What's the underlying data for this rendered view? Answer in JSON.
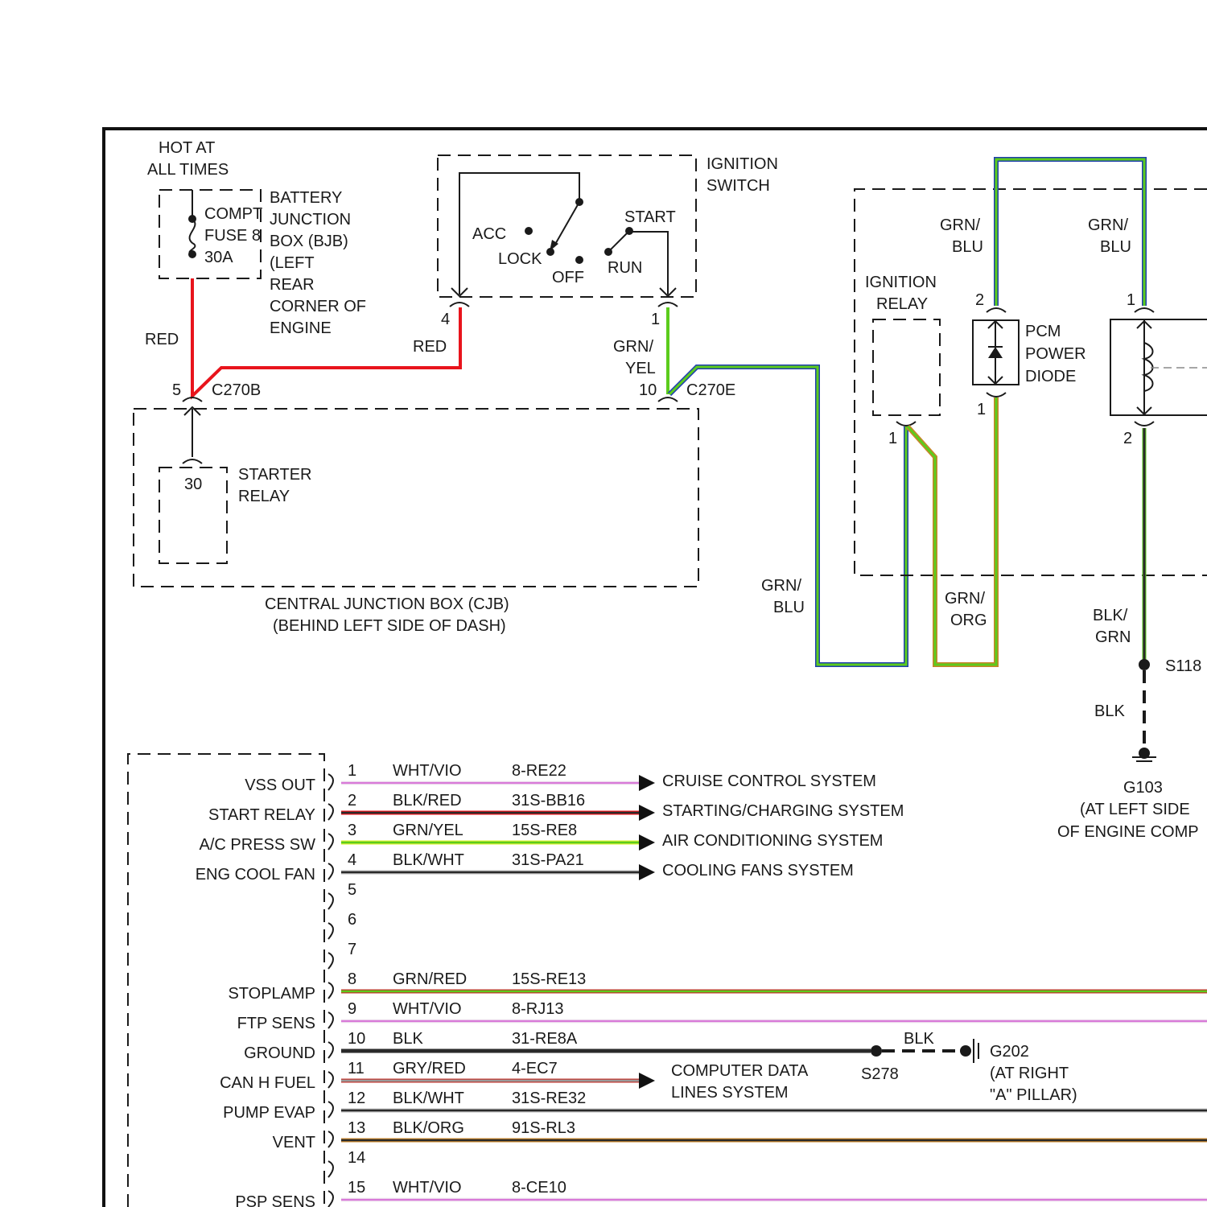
{
  "colors": {
    "red": "#e8141c",
    "green": "#5ccc1c",
    "blue": "#1f3fae",
    "black": "#2a2a2a",
    "violet": "#d87ad8",
    "orange": "#c8842a",
    "gray": "#9a9a9a",
    "dark_red": "#c0342c"
  },
  "power": {
    "hot_line1": "HOT AT",
    "hot_line2": "ALL TIMES",
    "fuse_line1": "COMPT",
    "fuse_line2": "FUSE 8",
    "fuse_line3": "30A",
    "bjb_lines": [
      "BATTERY",
      "JUNCTION",
      "BOX (BJB)",
      "(LEFT",
      "REAR",
      "CORNER OF",
      "ENGINE"
    ],
    "wire_red_1": "RED",
    "wire_red_2": "RED"
  },
  "ignition_switch": {
    "title_line1": "IGNITION",
    "title_line2": "SWITCH",
    "acc": "ACC",
    "lock": "LOCK",
    "off": "OFF",
    "start": "START",
    "run": "RUN",
    "pin_4": "4",
    "pin_1": "1",
    "wire_grn_yel_1": "GRN/",
    "wire_grn_yel_2": "YEL"
  },
  "cjb": {
    "pin_5": "5",
    "connector_b": "C270B",
    "pin_10": "10",
    "connector_e": "C270E",
    "pin_30": "30",
    "starter_relay_1": "STARTER",
    "starter_relay_2": "RELAY",
    "caption_1": "CENTRAL JUNCTION BOX (CJB)",
    "caption_2": "(BEHIND LEFT SIDE OF DASH)"
  },
  "relay_box": {
    "wire_grn_blu_left_1": "GRN/",
    "wire_grn_blu_left_2": "BLU",
    "wire_grn_blu_right_1": "GRN/",
    "wire_grn_blu_right_2": "BLU",
    "ignition_relay_1": "IGNITION",
    "ignition_relay_2": "RELAY",
    "pcm_diode_1": "PCM",
    "pcm_diode_2": "POWER",
    "pcm_diode_3": "DIODE",
    "pin_diode_top": "2",
    "pin_diode_bot": "1",
    "pin_relay": "1",
    "pin_coil_top": "1",
    "pin_coil_bot": "2",
    "wire_grn_blu_low_1": "GRN/",
    "wire_grn_blu_low_2": "BLU",
    "wire_grn_org_1": "GRN/",
    "wire_grn_org_2": "ORG",
    "wire_blk_grn_1": "BLK/",
    "wire_blk_grn_2": "GRN",
    "splice_s118": "S118",
    "wire_blk": "BLK",
    "ground_g103": "G103",
    "ground_g103_loc1": "(AT LEFT SIDE",
    "ground_g103_loc2": "OF ENGINE COMP"
  },
  "pcm_connector": {
    "rows": [
      {
        "pin": "1",
        "label": "VSS OUT",
        "wire": "WHT/VIO",
        "circuit": "8-RE22",
        "dest": "CRUISE CONTROL SYSTEM",
        "c1": "#d87ad8",
        "c2": "#f2f2f2",
        "arrow": true
      },
      {
        "pin": "2",
        "label": "START RELAY",
        "wire": "BLK/RED",
        "circuit": "31S-BB16",
        "dest": "STARTING/CHARGING SYSTEM",
        "c1": "#2a2a2a",
        "c2": "#e8141c",
        "arrow": true
      },
      {
        "pin": "3",
        "label": "A/C PRESS SW",
        "wire": "GRN/YEL",
        "circuit": "15S-RE8",
        "dest": "AIR CONDITIONING SYSTEM",
        "c1": "#5ccc1c",
        "c2": "#d8f030",
        "arrow": true
      },
      {
        "pin": "4",
        "label": "ENG COOL FAN",
        "wire": "BLK/WHT",
        "circuit": "31S-PA21",
        "dest": "COOLING FANS SYSTEM",
        "c1": "#2a2a2a",
        "c2": "#bbbbbb",
        "arrow": true
      },
      {
        "pin": "5",
        "label": "",
        "wire": "",
        "circuit": "",
        "dest": "",
        "c1": "",
        "c2": "",
        "arrow": false
      },
      {
        "pin": "6",
        "label": "",
        "wire": "",
        "circuit": "",
        "dest": "",
        "c1": "",
        "c2": "",
        "arrow": false
      },
      {
        "pin": "7",
        "label": "",
        "wire": "",
        "circuit": "",
        "dest": "",
        "c1": "",
        "c2": "",
        "arrow": false
      },
      {
        "pin": "8",
        "label": "STOPLAMP",
        "wire": "GRN/RED",
        "circuit": "15S-RE13",
        "dest": "",
        "c1": "#5ccc1c",
        "c2": "#c0342c",
        "arrow": false
      },
      {
        "pin": "9",
        "label": "FTP SENS",
        "wire": "WHT/VIO",
        "circuit": "8-RJ13",
        "dest": "",
        "c1": "#d87ad8",
        "c2": "#f2f2f2",
        "arrow": false
      },
      {
        "pin": "10",
        "label": "GROUND",
        "wire": "BLK",
        "circuit": "31-RE8A",
        "dest": "",
        "c1": "#2a2a2a",
        "c2": "#2a2a2a",
        "arrow": false
      },
      {
        "pin": "11",
        "label": "CAN H FUEL",
        "wire": "GRY/RED",
        "circuit": "4-EC7",
        "dest": "",
        "c1": "#9a9a9a",
        "c2": "#c0342c",
        "arrow": true
      },
      {
        "pin": "12",
        "label": "PUMP EVAP",
        "wire": "BLK/WHT",
        "circuit": "31S-RE32",
        "dest": "",
        "c1": "#2a2a2a",
        "c2": "#bbbbbb",
        "arrow": false
      },
      {
        "pin": "13",
        "label": "VENT",
        "wire": "BLK/ORG",
        "circuit": "91S-RL3",
        "dest": "",
        "c1": "#2a2a2a",
        "c2": "#c8842a",
        "arrow": false
      },
      {
        "pin": "14",
        "label": "",
        "wire": "",
        "circuit": "",
        "dest": "",
        "c1": "",
        "c2": "",
        "arrow": false
      },
      {
        "pin": "15",
        "label": "PSP SENS",
        "wire": "WHT/VIO",
        "circuit": "8-CE10",
        "dest": "",
        "c1": "#d87ad8",
        "c2": "#f2f2f2",
        "arrow": false
      }
    ],
    "computer_data_1": "COMPUTER DATA",
    "computer_data_2": "LINES SYSTEM",
    "splice_s278": "S278",
    "wire_blk": "BLK",
    "ground_g202": "G202",
    "ground_g202_loc1": "(AT RIGHT",
    "ground_g202_loc2": "\"A\" PILLAR)"
  }
}
